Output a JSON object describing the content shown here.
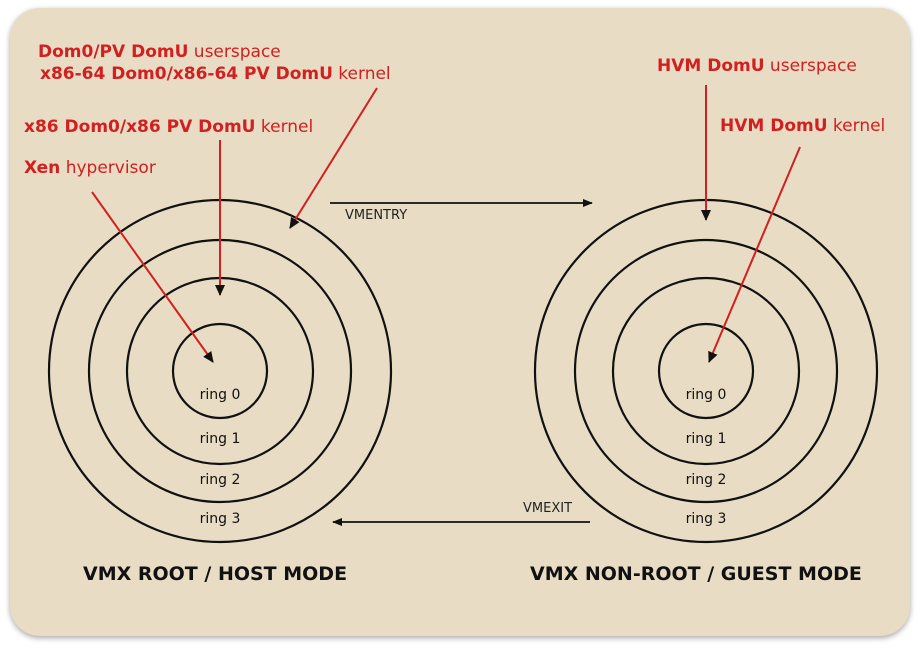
{
  "labels": {
    "dom0_user_bold": "Dom0/PV DomU",
    "dom0_user_rest": " userspace",
    "x64_kernel_bold": "x86-64 Dom0/x86-64 PV DomU",
    "x64_kernel_rest": " kernel",
    "x86_kernel_bold": "x86 Dom0/x86 PV DomU",
    "x86_kernel_rest": " kernel",
    "xen_bold": "Xen",
    "xen_rest": " hypervisor",
    "hvm_user_bold": "HVM DomU",
    "hvm_user_rest": " userspace",
    "hvm_kernel_bold": "HVM DomU",
    "hvm_kernel_rest": " kernel"
  },
  "rings": [
    "ring 0",
    "ring 1",
    "ring 2",
    "ring 3"
  ],
  "transitions": {
    "entry": "VMENTRY",
    "exit": "VMEXIT"
  },
  "modes": {
    "host": "VMX ROOT / HOST MODE",
    "guest": "VMX NON-ROOT / GUEST MODE"
  },
  "colors": {
    "accent": "#d21f1f",
    "panel": "#e8dcc4",
    "line": "#111111"
  }
}
